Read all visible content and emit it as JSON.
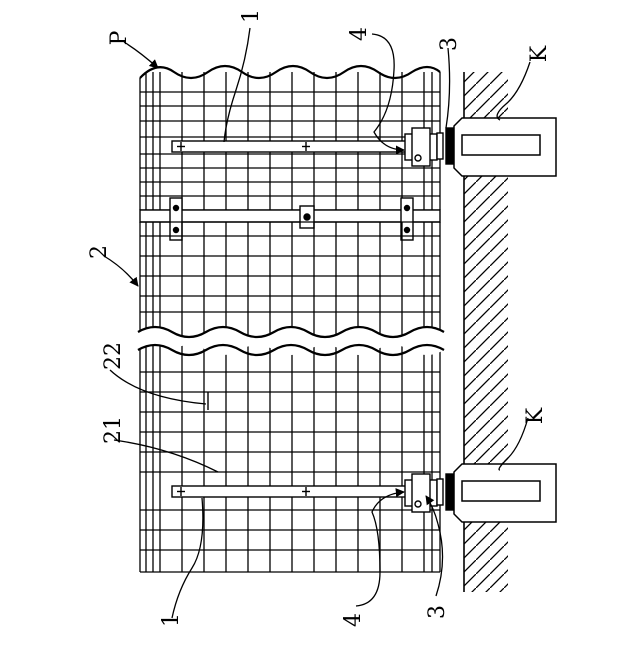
{
  "labels": {
    "panel_ref": "P",
    "support_upper_top": "1",
    "support_lower": "1",
    "fixing_part_upper": "3",
    "fixing_part_lower": "3",
    "arrow_upper": "4",
    "arrow_lower": "4",
    "base_upper": "K",
    "base_lower": "K",
    "mesh_ref": "2",
    "ref_21": "21",
    "ref_22": "22"
  }
}
